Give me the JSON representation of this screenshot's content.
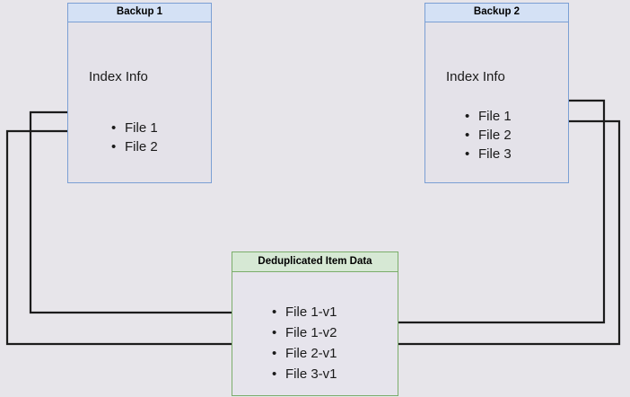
{
  "diagram": {
    "title_hidden": "",
    "background_color": "#e7e5ea",
    "nodes": {
      "backup1": {
        "header": "Backup 1",
        "section_label": "Index Info",
        "items": [
          "File 1",
          "File 2"
        ],
        "header_fill": "#d4e1f5",
        "border_color": "#7b9fd4"
      },
      "backup2": {
        "header": "Backup 2",
        "section_label": "Index Info",
        "items": [
          "File 1",
          "File 2",
          "File 3"
        ],
        "header_fill": "#d4e1f5",
        "border_color": "#7b9fd4"
      },
      "dedup": {
        "header": "Deduplicated Item Data",
        "items": [
          "File 1-v1",
          "File 1-v2",
          "File 2-v1",
          "File 3-v1"
        ],
        "header_fill": "#d6e8d4",
        "border_color": "#7bad6b"
      }
    },
    "edges": [
      {
        "name": "backup1-file1-to-file1v1",
        "from": "Backup 1 / File 1",
        "to": "Deduplicated Item Data / File 1-v1"
      },
      {
        "name": "backup1-file2-to-file2v1",
        "from": "Backup 1 / File 2",
        "to": "Deduplicated Item Data / File 2-v1"
      },
      {
        "name": "backup2-file1-to-file1v2",
        "from": "Backup 2 / File 1",
        "to": "Deduplicated Item Data / File 1-v2"
      },
      {
        "name": "backup2-file2-to-file2v1",
        "from": "Backup 2 / File 2",
        "to": "Deduplicated Item Data / File 2-v1"
      }
    ],
    "edge_color": "#1c1c1c"
  }
}
